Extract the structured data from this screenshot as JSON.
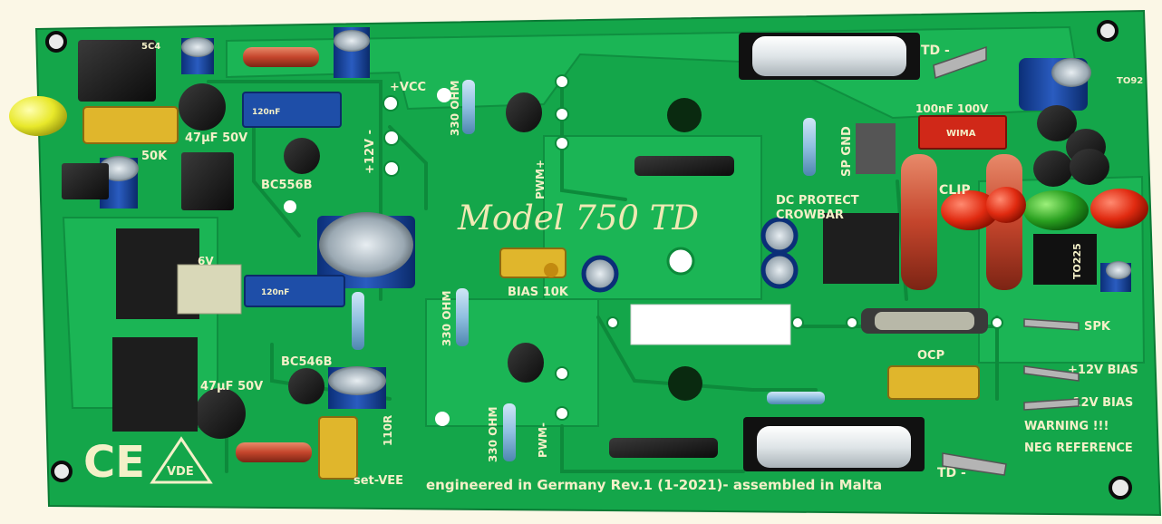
{
  "board": {
    "model_title": "Model 750 TD",
    "footer_text": "engineered in Germany Rev.1  (1-2021)-  assembled in Malta",
    "warning_line1": "WARNING !!!",
    "warning_line2": "NEG REFERENCE",
    "ce_mark": "CE",
    "vde_mark": "VDE",
    "colors": {
      "pcb": "#14a64a",
      "pcb_dark": "#0f8a3c",
      "background": "#fbf7e6",
      "silkscreen": "#f4f0c8"
    }
  },
  "labels": {
    "vcc": "+VCC",
    "plus12v": "+12V -",
    "ohm_top": "330 OHM",
    "ohm_mid": "330 OHM",
    "ohm_bottom": "330 OHM",
    "pwm_plus": "PWM+",
    "pwm_minus": "PWM-",
    "td_top": "TD -",
    "td_bottom": "TD -",
    "sp_gnd": "SP GND",
    "dc_protect": "DC PROTECT",
    "crowbar": "CROWBAR",
    "cap_100n": "100nF 100V",
    "clip": "CLIP",
    "to225": "TO225",
    "to92": "TO92",
    "bias_10k": "BIAS 10K",
    "bc556b": "BC556B",
    "bc546b": "BC546B",
    "cap_47u_top": "47µF 50V",
    "cap_47u_bottom": "47µF 50V",
    "r50k": "50K",
    "r110": "110R",
    "set_vee": "set-VEE",
    "ocp": "OCP",
    "spk": "SPK",
    "bias_plus": "+12V BIAS",
    "bias_minus": "-12V BIAS",
    "reg_5c4": "5C4",
    "cap_120n_top": "120nF",
    "cap_120n_bottom": "120nF",
    "wima": "WIMA",
    "v6": "6V"
  },
  "icons": [
    "led-icon",
    "ce-mark-icon",
    "vde-mark-icon",
    "mounting-hole-icon",
    "fuse-icon",
    "capacitor-icon",
    "transistor-icon",
    "resistor-icon"
  ]
}
